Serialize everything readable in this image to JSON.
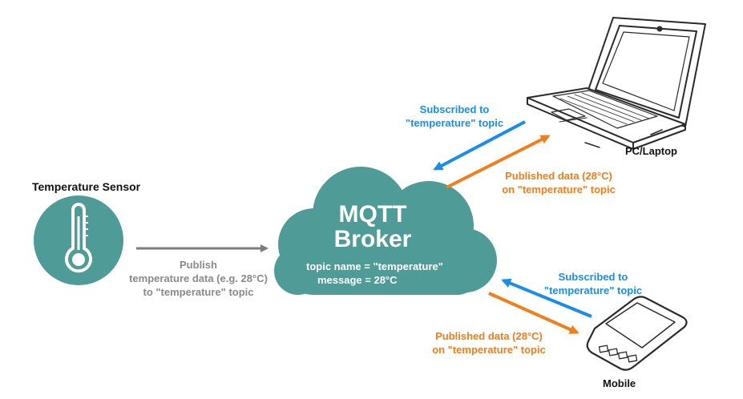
{
  "colors": {
    "teal": "#4e9b98",
    "blue_arrow": "#1a8de9",
    "orange_arrow": "#f17d1b",
    "gray_arrow": "#7d7d7d"
  },
  "sensor": {
    "title": "Temperature Sensor",
    "icon": "thermometer-icon"
  },
  "publish_label": {
    "line1": "Publish",
    "line2": "temperature data (e.g. 28°C)",
    "line3": "to \"temperature\" topic"
  },
  "broker": {
    "title_line1": "MQTT",
    "title_line2": "Broker",
    "topic_line": "topic name = \"temperature\"",
    "message_line": "message = 28°C"
  },
  "laptop": {
    "label": "PC/Laptop",
    "icon": "laptop-icon",
    "subscribed_line1": "Subscribed to",
    "subscribed_line2": "\"temperature\" topic",
    "published_line1": "Published data (28°C)",
    "published_line2": "on \"temperature\" topic"
  },
  "mobile": {
    "label": "Mobile",
    "icon": "mobile-phone-icon",
    "subscribed_line1": "Subscribed to",
    "subscribed_line2": "\"temperature\" topic",
    "published_line1": "Published data (28°C)",
    "published_line2": "on \"temperature\" topic"
  }
}
